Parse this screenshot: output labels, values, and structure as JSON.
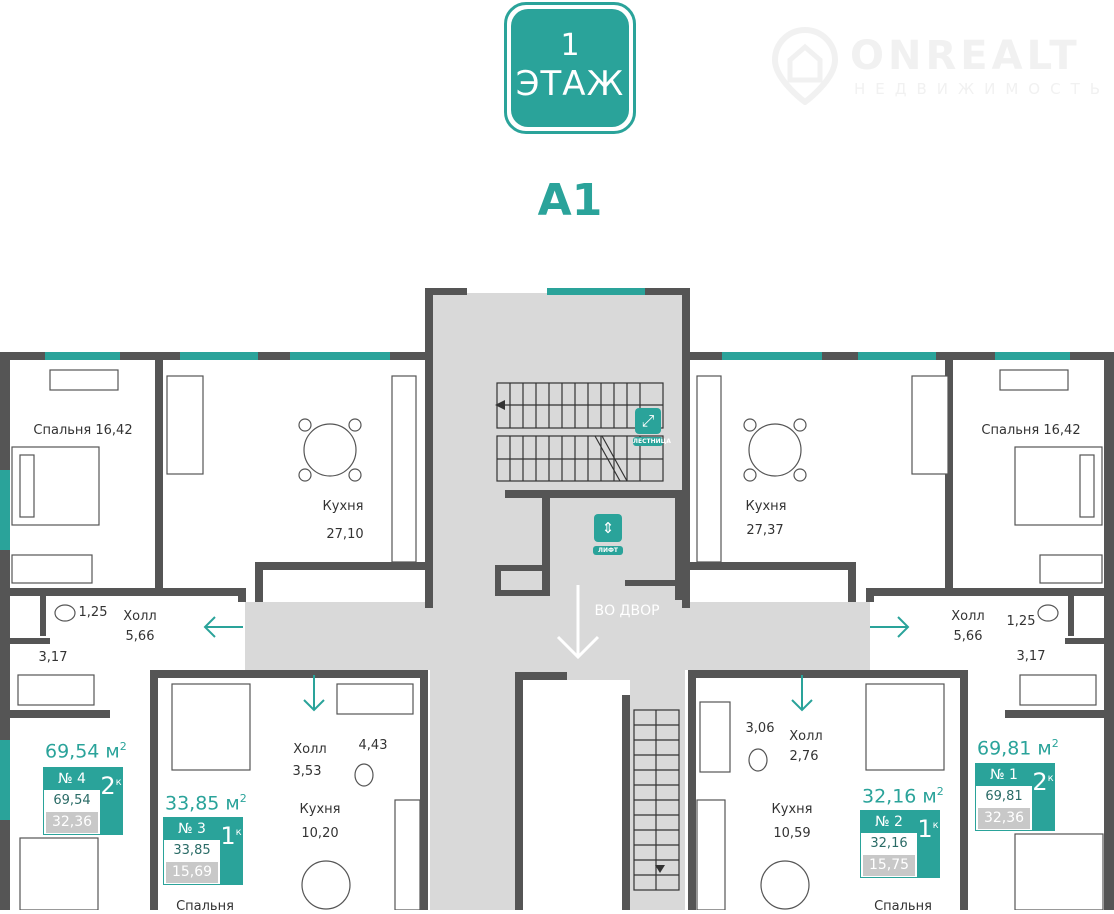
{
  "header": {
    "floor_number": "1",
    "floor_label": "ЭТАЖ",
    "section": "A1"
  },
  "watermark": {
    "brand": "ONREALT",
    "subtitle": "НЕДВИЖИМОСТЬ"
  },
  "colors": {
    "accent": "#2aa39a",
    "wall": "#555555",
    "common_area": "#d9d9d9",
    "living_area_bg": "#c8c8c8"
  },
  "core": {
    "stairs_label": "ЛЕСТНИЦА",
    "lift_label": "ЛИФТ",
    "exit_label": "ВО ДВОР"
  },
  "rooms": {
    "left_bedroom": "Спальня 16,42",
    "left_kitchen": "Кухня",
    "left_kitchen_area": "27,10",
    "left_wc": "1,25",
    "left_hall": "Холл",
    "left_hall_area": "5,66",
    "left_bath": "3,17",
    "right_bedroom": "Спальня 16,42",
    "right_kitchen": "Кухня",
    "right_kitchen_area": "27,37",
    "right_wc": "1,25",
    "right_hall": "Холл",
    "right_hall_area": "5,66",
    "right_bath": "3,17",
    "apt3_bath": "4,43",
    "apt3_hall": "Холл",
    "apt3_hall_area": "3,53",
    "apt3_kitchen": "Кухня",
    "apt3_kitchen_area": "10,20",
    "apt3_bedroom": "Спальня",
    "apt2_bath": "3,06",
    "apt2_hall": "Холл",
    "apt2_hall_area": "2,76",
    "apt2_kitchen": "Кухня",
    "apt2_kitchen_area": "10,59",
    "apt2_bedroom": "Спальня"
  },
  "apartments": [
    {
      "title": "69,54 м",
      "unit": "2",
      "number": "№ 4",
      "total": "69,54",
      "living": "32,36",
      "rooms": "2",
      "rooms_suffix": "к"
    },
    {
      "title": "33,85 м",
      "unit": "2",
      "number": "№ 3",
      "total": "33,85",
      "living": "15,69",
      "rooms": "1",
      "rooms_suffix": "к"
    },
    {
      "title": "32,16 м",
      "unit": "2",
      "number": "№ 2",
      "total": "32,16",
      "living": "15,75",
      "rooms": "1",
      "rooms_suffix": "к"
    },
    {
      "title": "69,81 м",
      "unit": "2",
      "number": "№ 1",
      "total": "69,81",
      "living": "32,36",
      "rooms": "2",
      "rooms_suffix": "к"
    }
  ]
}
